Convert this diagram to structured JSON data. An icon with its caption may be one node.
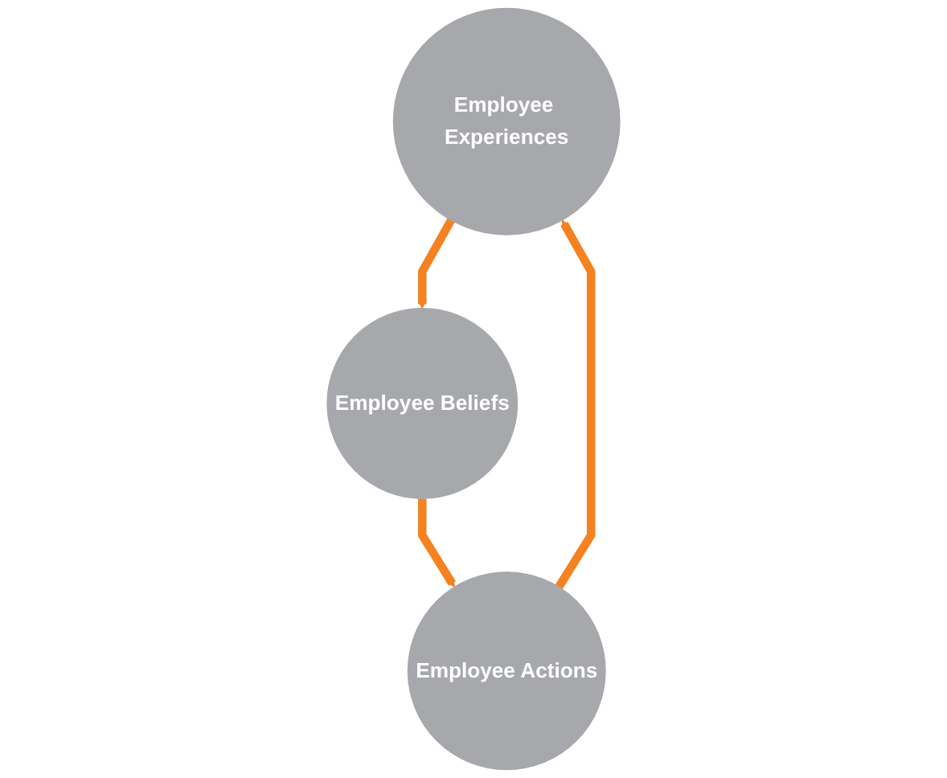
{
  "diagram": {
    "nodes": [
      {
        "text": [
          "Employee Experiences"
        ]
      },
      {
        "text": [
          "Employee Beliefs"
        ]
      },
      {
        "text": [
          "Employee Actions"
        ]
      }
    ],
    "edges": [
      {
        "from": 0,
        "to": 1,
        "arrow": "to"
      },
      {
        "from": 1,
        "to": 2,
        "arrow": "to"
      },
      {
        "from": 2,
        "to": 0,
        "arrow": "to"
      }
    ]
  }
}
